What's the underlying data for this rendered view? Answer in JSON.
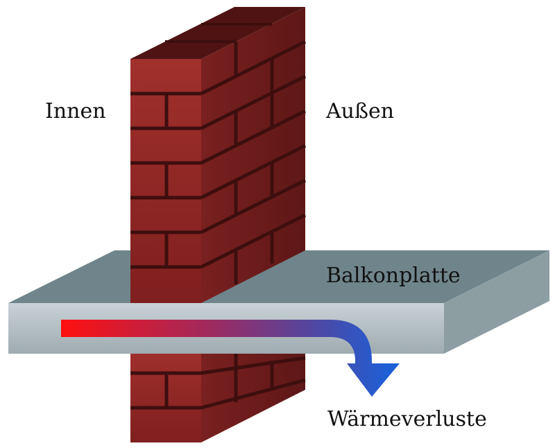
{
  "labels": {
    "inside": "Innen",
    "outside": "Außen",
    "slab": "Balkonplatte",
    "heat_loss": "Wärmeverluste"
  },
  "colors": {
    "brick_front": "#8b2525",
    "brick_side": "#6a1b1b",
    "brick_top": "#4f1313",
    "mortar": "#3e0e0e",
    "slab_top": "#6f858b",
    "slab_front": "#b7c2c6",
    "slab_side": "#8d9ea3",
    "arrow_hot": "#ff1010",
    "arrow_cold": "#1e5fd6"
  }
}
